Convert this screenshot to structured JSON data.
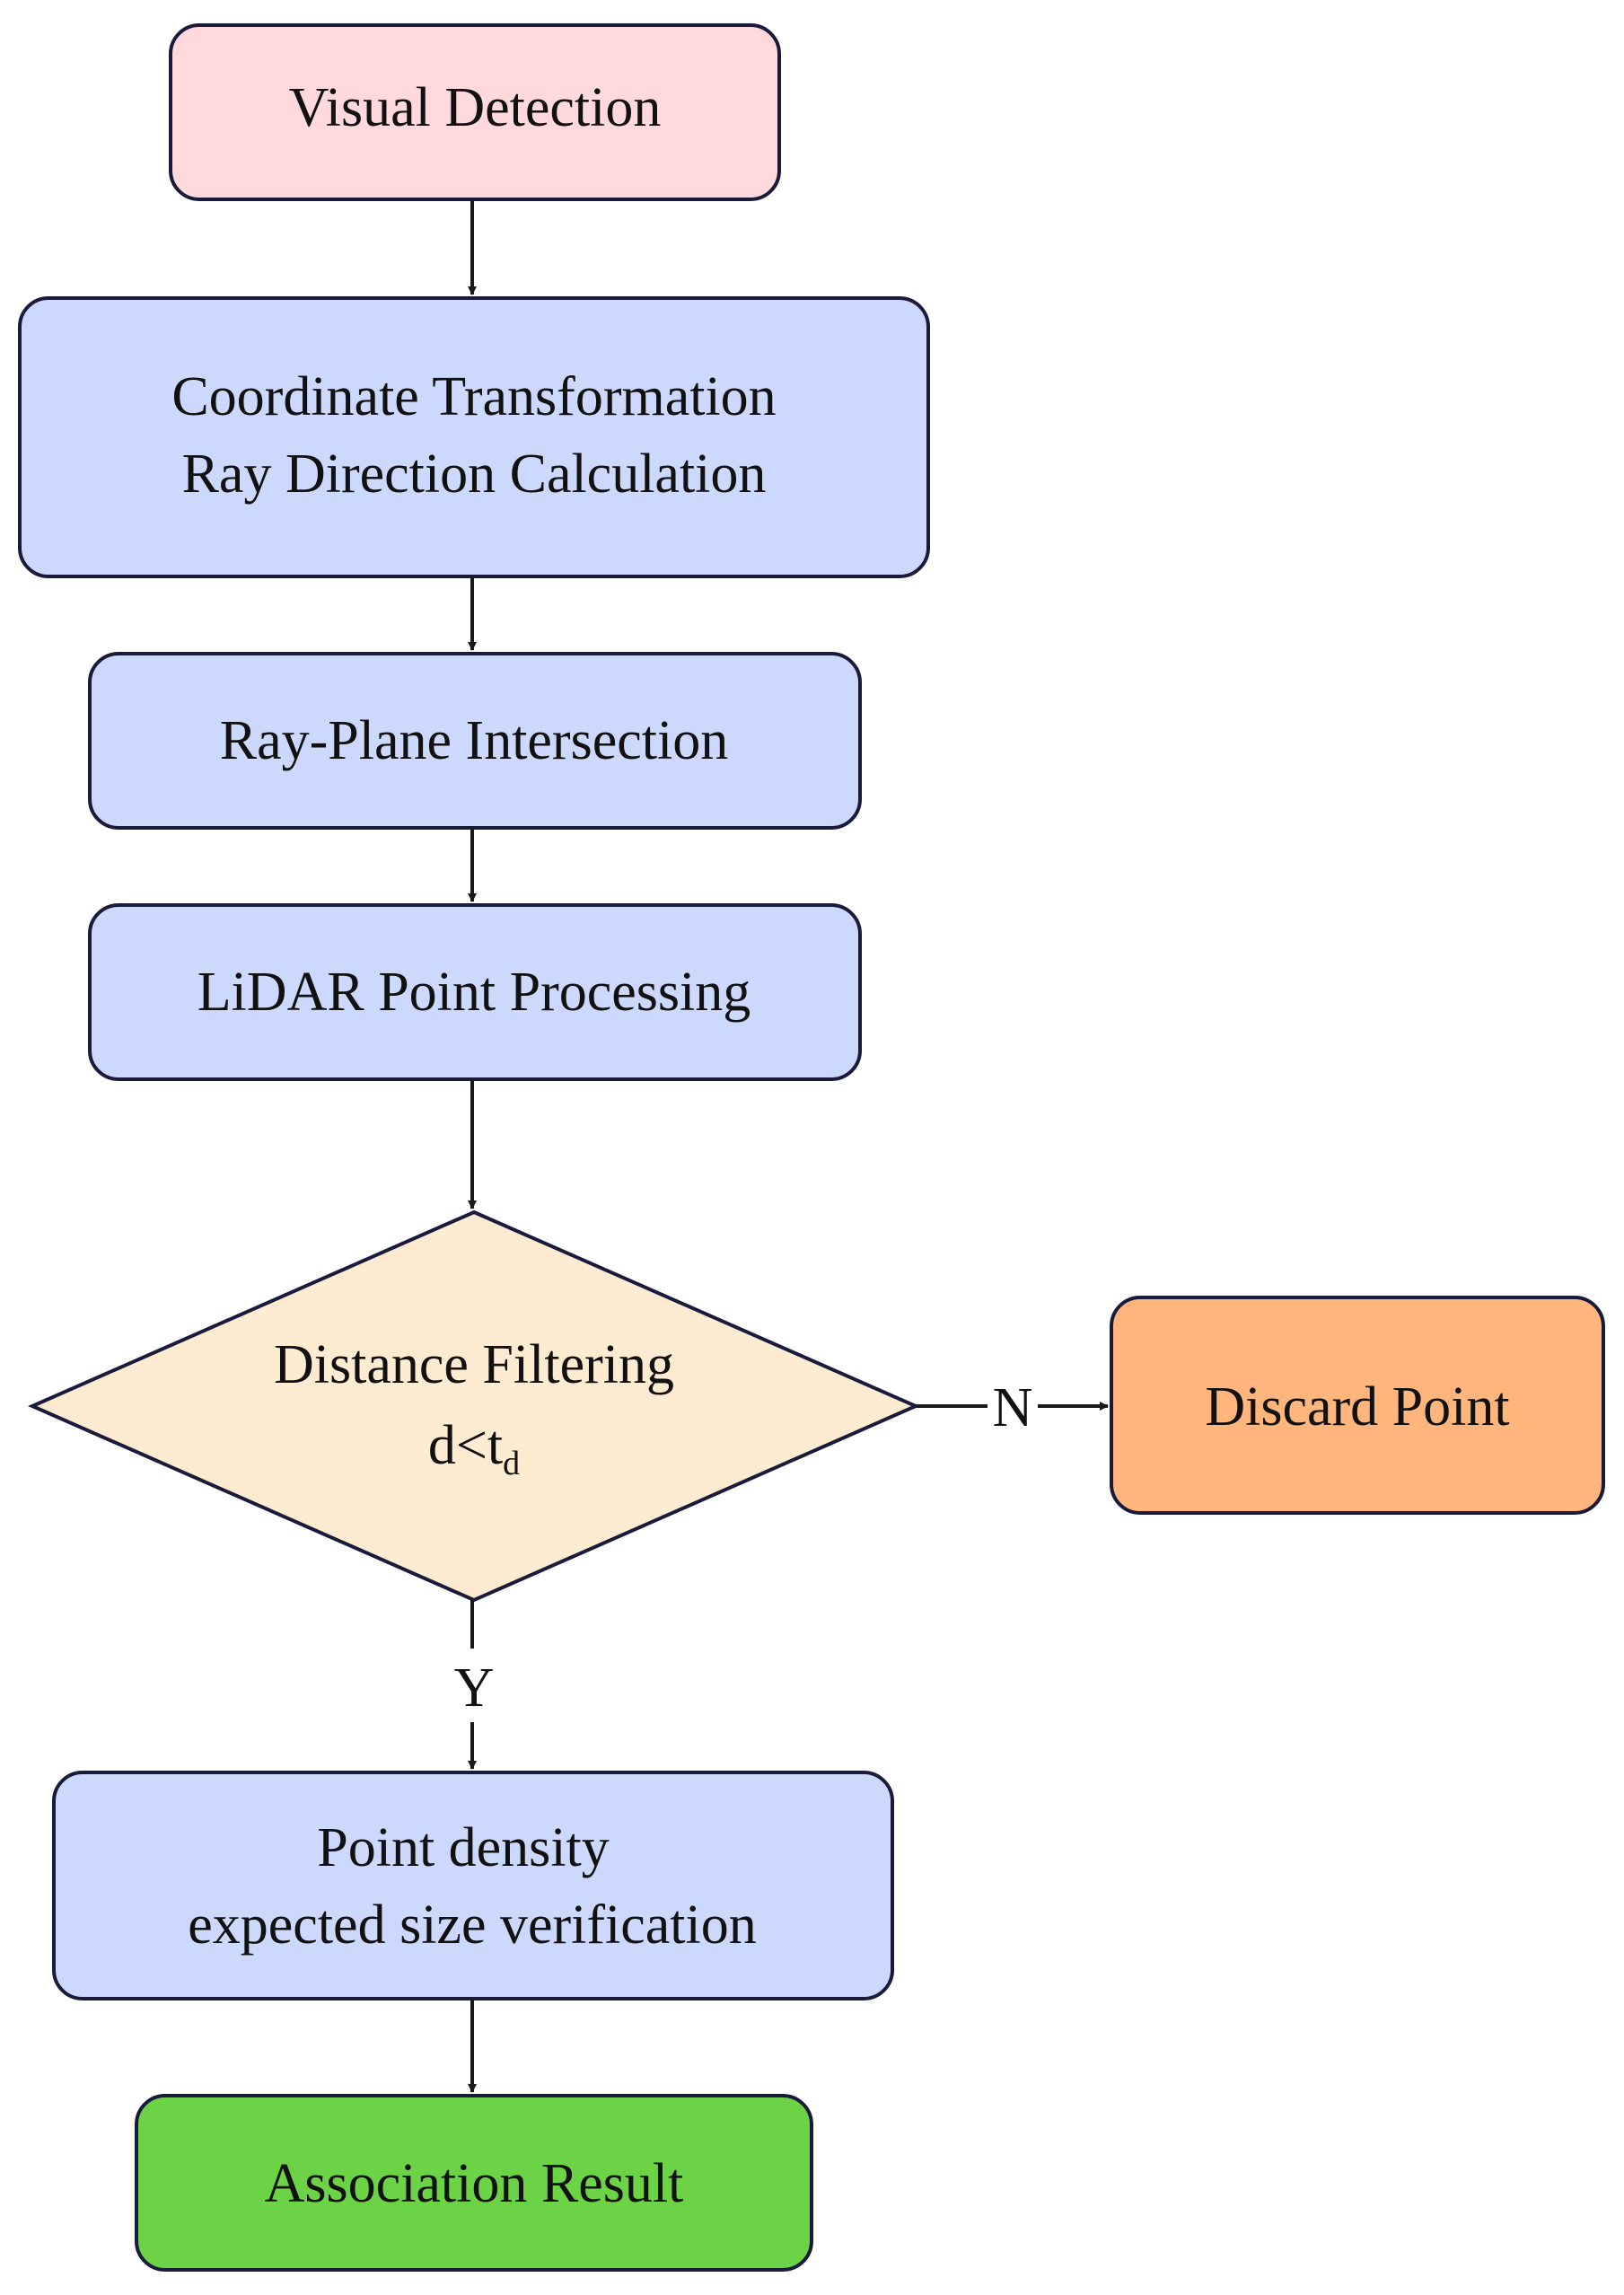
{
  "nodes": {
    "visual_detection": {
      "lines": [
        "Visual Detection"
      ],
      "fill": "#FFD9DC"
    },
    "coord_transform": {
      "lines": [
        "Coordinate Transformation",
        "Ray Direction Calculation"
      ],
      "fill": "#CCD8FC"
    },
    "ray_plane": {
      "lines": [
        "Ray-Plane Intersection"
      ],
      "fill": "#CCD8FC"
    },
    "lidar_processing": {
      "lines": [
        "LiDAR Point Processing"
      ],
      "fill": "#CCD8FC"
    },
    "distance_filtering": {
      "title": "Distance Filtering",
      "formula_main": "d<t",
      "formula_sub": "d",
      "fill": "#FDEBD2"
    },
    "discard_point": {
      "lines": [
        "Discard Point"
      ],
      "fill": "#FFB57C"
    },
    "density_verification": {
      "lines": [
        "Point density",
        "expected size verification"
      ],
      "fill": "#CCD8FC"
    },
    "association_result": {
      "lines": [
        "Association Result"
      ],
      "fill": "#6CD246"
    }
  },
  "edges": {
    "no_label": "N",
    "yes_label": "Y"
  },
  "colors": {
    "stroke": "#1a1a3a",
    "arrow": "#1a1a1a"
  }
}
